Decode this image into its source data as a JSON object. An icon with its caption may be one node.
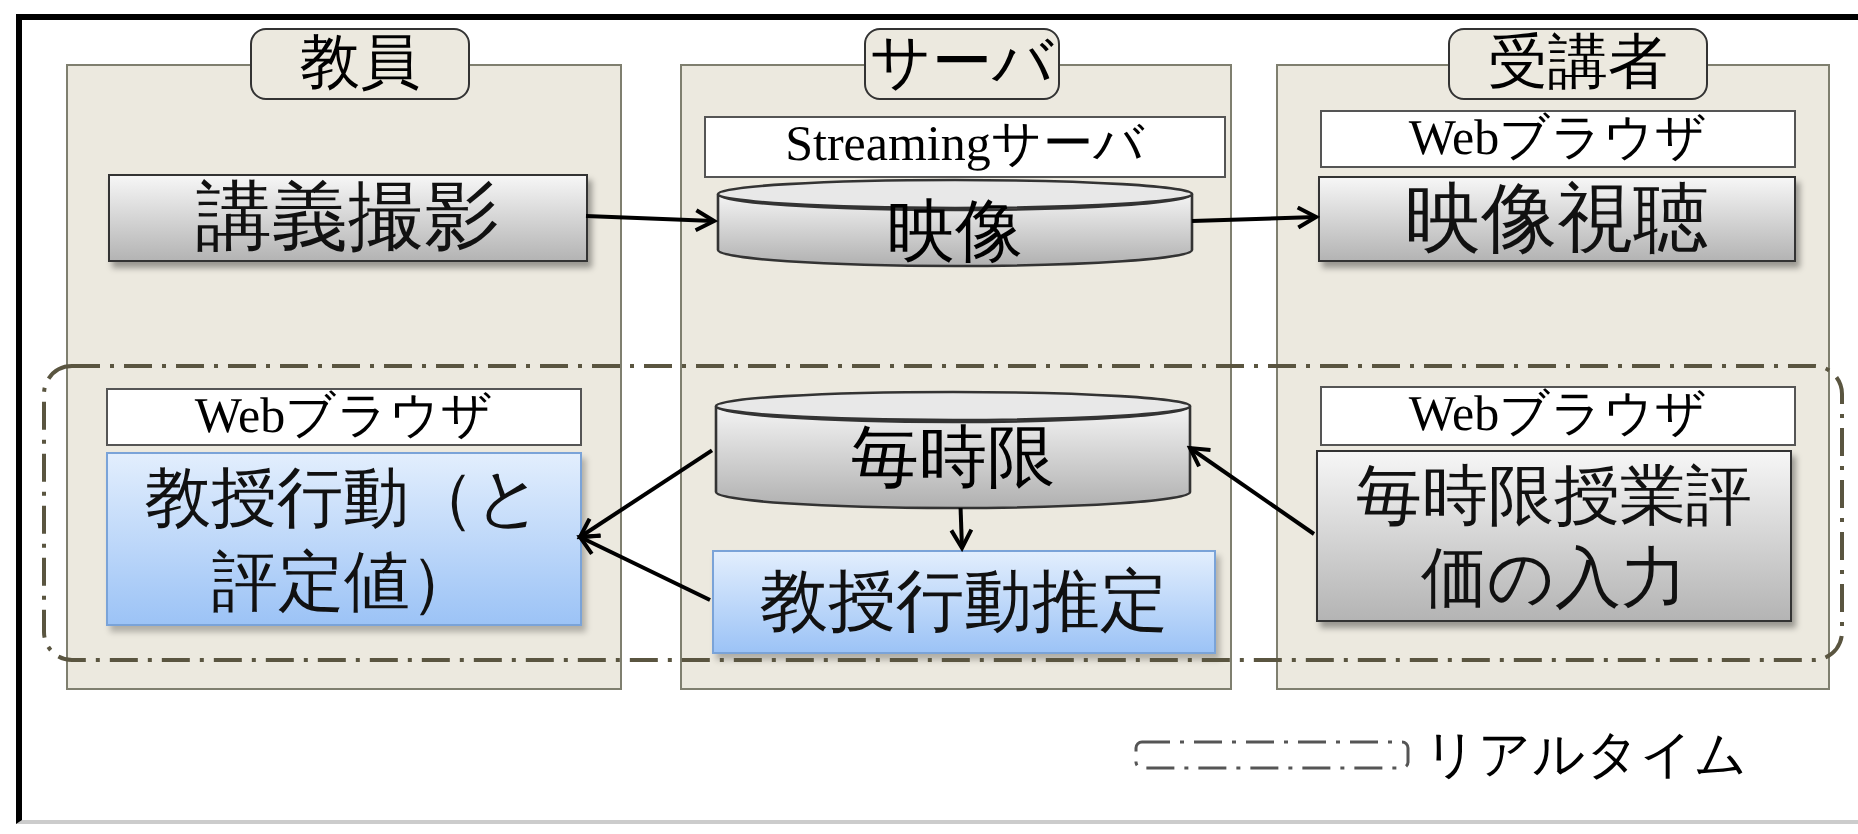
{
  "diagram": {
    "nodes": [
      {
        "text": [
          "教員"
        ]
      },
      {
        "text": [
          "サーバ"
        ]
      },
      {
        "text": [
          "受講者"
        ]
      },
      {
        "text": [
          "講義撮影"
        ],
        "in": 0
      },
      {
        "text": [
          "Streamingサーバ"
        ],
        "in": 1
      },
      {
        "text": [
          "映像"
        ],
        "in": 1
      },
      {
        "text": [
          "Webブラウザ"
        ],
        "in": 2
      },
      {
        "text": [
          "映像視聴"
        ],
        "in": 2
      },
      {
        "text": [
          "Webブラウザ"
        ],
        "in": 0
      },
      {
        "text": [
          "教授行動（と評定値）"
        ],
        "in": 0
      },
      {
        "text": [
          "毎時限"
        ],
        "in": 1
      },
      {
        "text": [
          "教授行動推定"
        ],
        "in": 1
      },
      {
        "text": [
          "Webブラウザ"
        ],
        "in": 2
      },
      {
        "text": [
          "毎時限授業評価の入力"
        ],
        "in": 2
      }
    ],
    "edges": [
      {
        "from": 3,
        "to": 5,
        "arrow": "to"
      },
      {
        "from": 5,
        "to": 7,
        "arrow": "to"
      },
      {
        "from": 13,
        "to": 10,
        "arrow": "to"
      },
      {
        "from": 10,
        "to": 11,
        "arrow": "to"
      },
      {
        "from": 10,
        "to": 9,
        "arrow": "to"
      },
      {
        "from": 11,
        "to": 9,
        "arrow": "to"
      }
    ],
    "legend": [
      {
        "text": "リアルタイム"
      }
    ]
  }
}
